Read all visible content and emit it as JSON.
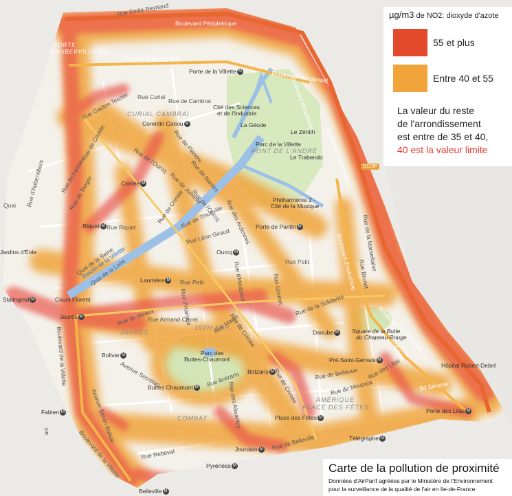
{
  "legend": {
    "unit": "µg/m3",
    "title_rest": " de NO2: dioxyde d'azote",
    "high_label": "55 et plus",
    "high_color": "#e3492b",
    "mid_label": "Entre 40 et 55",
    "mid_color": "#f0a43a",
    "note_line1": "La valeur du reste",
    "note_line2": "de l'arrondissement",
    "note_line3": "est entre de 35 et 40,",
    "note_limit": "40 est la valeur limite"
  },
  "caption": {
    "title": "Carte de la pollution de proximité",
    "line1": "Données d'AirParif agréées par le Ministère de l'Environnement",
    "line2": "pour la surveillance de la qualité de l'air en Ile-de-France."
  },
  "areas": {
    "curial": "CURIAL CAMBRAI",
    "villette": "PONT DE L'ANDRÉ",
    "arr19": "19TH ARR.",
    "jaures": "JAURÈS",
    "amerique": "AMÉRIQUE",
    "fetes": "PLACE DES FÊTES",
    "combat": "COMBAT",
    "portes": "PORTE D'AUBERVILLIERS"
  },
  "streets": {
    "periph_top": "Boulevard Périphérique",
    "macdonald1": "Boulevard Macdonald",
    "macdonald2": "Boulevard Macdonald",
    "periph_right1": "Boulevard Périphérique",
    "periph_right2": "Boulevard Périphérique",
    "periph_bottom": "Boulevard Périphérique",
    "indochine": "Boulevard d'Indochine",
    "algerie": "Bd d'Algérie",
    "serurier": "Bd Sérurier",
    "curial": "Rue Curial",
    "cambrai": "Rue de Cambrai",
    "tessier": "Rue Gaston Tessier",
    "crimee1": "Rue de Crimée",
    "crimee2": "Rue de Crimée",
    "crimee3": "Rue de Crimée",
    "crimee4": "Rue de Crimée",
    "ourcq1": "Rue de l'Ourcq",
    "ourcq2": "Rue de l'Ourcq",
    "flandre": "Rue de Flandre",
    "aubervilliers": "Rue d'Aubervilliers",
    "archereau": "Rue Archereau",
    "tanger": "Rue de Tanger",
    "thionville": "Rue de Thionville",
    "nantes": "Rue de Nantes",
    "joinville": "Rue de Joinville",
    "ardennes": "Rue des Ardennes",
    "leon_giraud": "Rue Léon Giraud",
    "petit": "Rue Petit",
    "hainaut": "Rue d'Hainaut",
    "meaux": "Rue de Meaux",
    "armand_carrel": "Rue Armand Carrel",
    "manin": "Rue Manin",
    "botzaris": "Rue Botzaris",
    "secretan": "Avenue Secrétan",
    "bolivar": "Avenue Simon Bolivar",
    "villette_bd": "Boulevard de la Villette",
    "belleville": "Rue de Belleville",
    "rebeval": "Rue Rebeval",
    "solidarite": "Rue de la Solidarité",
    "preaux": "Rue Petit",
    "lilas": "Rue des Lilas",
    "bellevue": "Rue de Bellevue",
    "mouzaia": "Rue de Mouzaïa",
    "alouettes": "Rue des Alouettes",
    "hautpoul": "Rue d'Hautpoul",
    "pelleport": "Rue Goubet",
    "riquet": "Rue Riquet",
    "quai_seine": "Quai de la Seine",
    "quai_loire": "Quai de la Loire",
    "bassin": "Bassin de la Villette",
    "meurthe": "Rue de la Marseillaise",
    "brunet": "Rue Brunet",
    "crimee5": "Rue de Crimée"
  },
  "pois": {
    "porte_villette": "Porte de la Villette",
    "cite_sciences_1": "Cité des Sciences",
    "cite_sciences_2": "et de l'Industrie",
    "geode": "La Géode",
    "zenith": "Le Zénith",
    "parc_villette_1": "Parc de la Villette",
    "trabendo": "Le Trabendo",
    "philharmonie_1": "Philharmonie 2 -",
    "philharmonie_2": "Cité de la Musique",
    "porte_pantin": "Porte de Pantin",
    "corentin": "Corentin Cariou",
    "crimee_m": "Crimée",
    "riquet_m": "Riquet",
    "ourcq_m": "Ourcq",
    "laumiere": "Laumière",
    "stalingrad": "Stalingrad",
    "jaures": "Jaurès",
    "cours_florent": "Cours Florent",
    "danube": "Danube",
    "square_butte_1": "Square de la Butte",
    "square_butte_2": "du Chapeau Rouge",
    "bolivar": "Bolivar",
    "buttes_chaumont_1": "Parc des",
    "buttes_chaumont_2": "Buttes-Chaumont",
    "buttes_chaumont_m": "Buttes Chaumont",
    "botzaris_m": "Botzaris",
    "pre_st_gervais": "Pré-Saint-Gervais",
    "hopital": "Hôpital Robert-Debré",
    "place_fetes": "Place des Fêtes",
    "porte_lilas": "Porte des Lilas",
    "fabien": "Fabien",
    "telegraphe": "Télégraphe",
    "jourdain": "Jourdain",
    "pyrenees": "Pyrénées",
    "belleville": "Belleville",
    "jardins_eole": "Jardins d'Éole",
    "quai": "Quai",
    "d115p": "D115P",
    "metro_glyph": "M",
    "porte_label": "PORTE",
    "aubervilliers_label": "D'AUBERVILLIERS",
    "defford": "Rue Emile Reynaud",
    "xie": "xie"
  }
}
